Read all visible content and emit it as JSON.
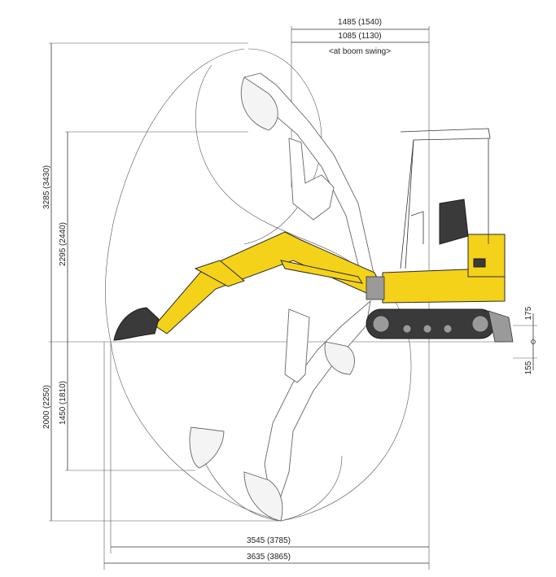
{
  "dimensions": {
    "top_overall": "1485 (1540)",
    "top_swing": "1085 (1130)",
    "top_swing_note": "<at boom swing>",
    "left_max_height": "3285 (3430)",
    "left_dump_height": "2295 (2440)",
    "left_max_depth": "2000 (2250)",
    "left_vertical_wall_depth": "1450 (1810)",
    "right_blade_up": "175",
    "right_blade_down": "155",
    "bottom_reach_ground": "3545 (3785)",
    "bottom_max_reach": "3635 (3865)"
  },
  "colors": {
    "machine_yellow": "#f4d21a",
    "undercarriage": "#3a3a3a",
    "ghost_outline": "#666666"
  }
}
